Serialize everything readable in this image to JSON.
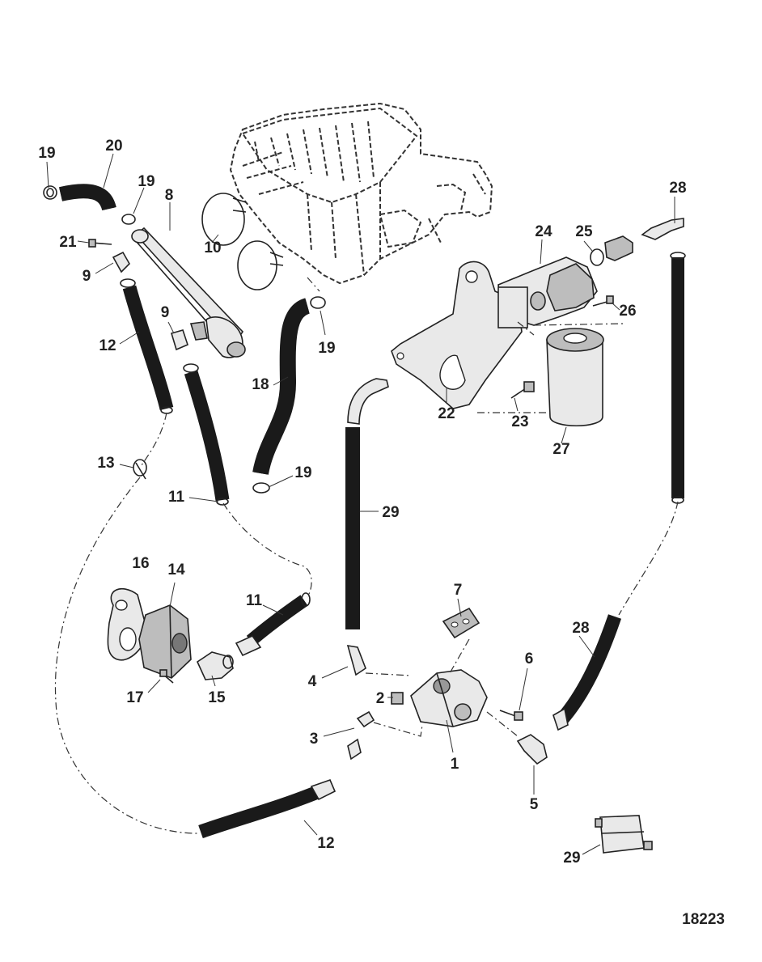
{
  "figure_number": "18223",
  "callouts": [
    {
      "id": "c-19a",
      "text": "19"
    },
    {
      "id": "c-20",
      "text": "20"
    },
    {
      "id": "c-19b",
      "text": "19"
    },
    {
      "id": "c-8",
      "text": "8"
    },
    {
      "id": "c-21",
      "text": "21"
    },
    {
      "id": "c-9a",
      "text": "9"
    },
    {
      "id": "c-10",
      "text": "10"
    },
    {
      "id": "c-12a",
      "text": "12"
    },
    {
      "id": "c-9b",
      "text": "9"
    },
    {
      "id": "c-19c",
      "text": "19"
    },
    {
      "id": "c-18",
      "text": "18"
    },
    {
      "id": "c-13",
      "text": "13"
    },
    {
      "id": "c-11a",
      "text": "11"
    },
    {
      "id": "c-19d",
      "text": "19"
    },
    {
      "id": "c-16",
      "text": "16"
    },
    {
      "id": "c-14",
      "text": "14"
    },
    {
      "id": "c-11b",
      "text": "11"
    },
    {
      "id": "c-17",
      "text": "17"
    },
    {
      "id": "c-15",
      "text": "15"
    },
    {
      "id": "c-28a",
      "text": "28"
    },
    {
      "id": "c-24",
      "text": "24"
    },
    {
      "id": "c-25",
      "text": "25"
    },
    {
      "id": "c-26",
      "text": "26"
    },
    {
      "id": "c-22",
      "text": "22"
    },
    {
      "id": "c-23",
      "text": "23"
    },
    {
      "id": "c-27",
      "text": "27"
    },
    {
      "id": "c-29a",
      "text": "29"
    },
    {
      "id": "c-7",
      "text": "7"
    },
    {
      "id": "c-4",
      "text": "4"
    },
    {
      "id": "c-2",
      "text": "2"
    },
    {
      "id": "c-6",
      "text": "6"
    },
    {
      "id": "c-28b",
      "text": "28"
    },
    {
      "id": "c-3",
      "text": "3"
    },
    {
      "id": "c-1",
      "text": "1"
    },
    {
      "id": "c-5",
      "text": "5"
    },
    {
      "id": "c-12b",
      "text": "12"
    },
    {
      "id": "c-29b",
      "text": "29"
    }
  ]
}
